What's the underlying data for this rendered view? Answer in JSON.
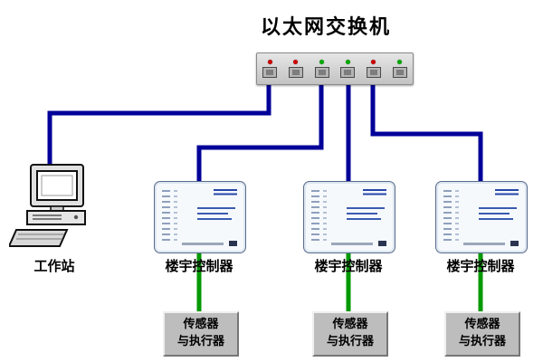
{
  "title": "以太网交换机",
  "colors": {
    "cable_blue": "#000099",
    "cable_green": "#009900",
    "red": "#cc0000",
    "green": "#00aa00"
  },
  "switch": {
    "ports": 6,
    "leds": [
      "red",
      "red",
      "green",
      "green",
      "red",
      "green"
    ]
  },
  "workstation": {
    "label": "工作站"
  },
  "controllers": [
    {
      "label": "楼宇控制器"
    },
    {
      "label": "楼宇控制器"
    },
    {
      "label": "楼宇控制器"
    }
  ],
  "sensors": [
    {
      "line1": "传感器",
      "line2": "与执行器"
    },
    {
      "line1": "传感器",
      "line2": "与执行器"
    },
    {
      "line1": "传感器",
      "line2": "与执行器"
    }
  ]
}
